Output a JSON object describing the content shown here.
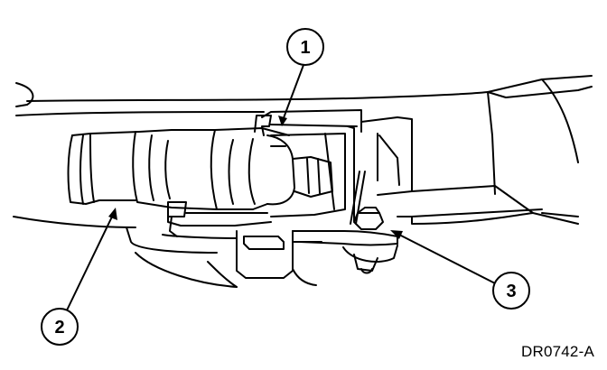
{
  "figure_id": "DR0742-A",
  "callouts": [
    {
      "number": "1"
    },
    {
      "number": "2"
    },
    {
      "number": "3"
    }
  ],
  "colors": {
    "line": "#000000",
    "background": "#ffffff"
  }
}
